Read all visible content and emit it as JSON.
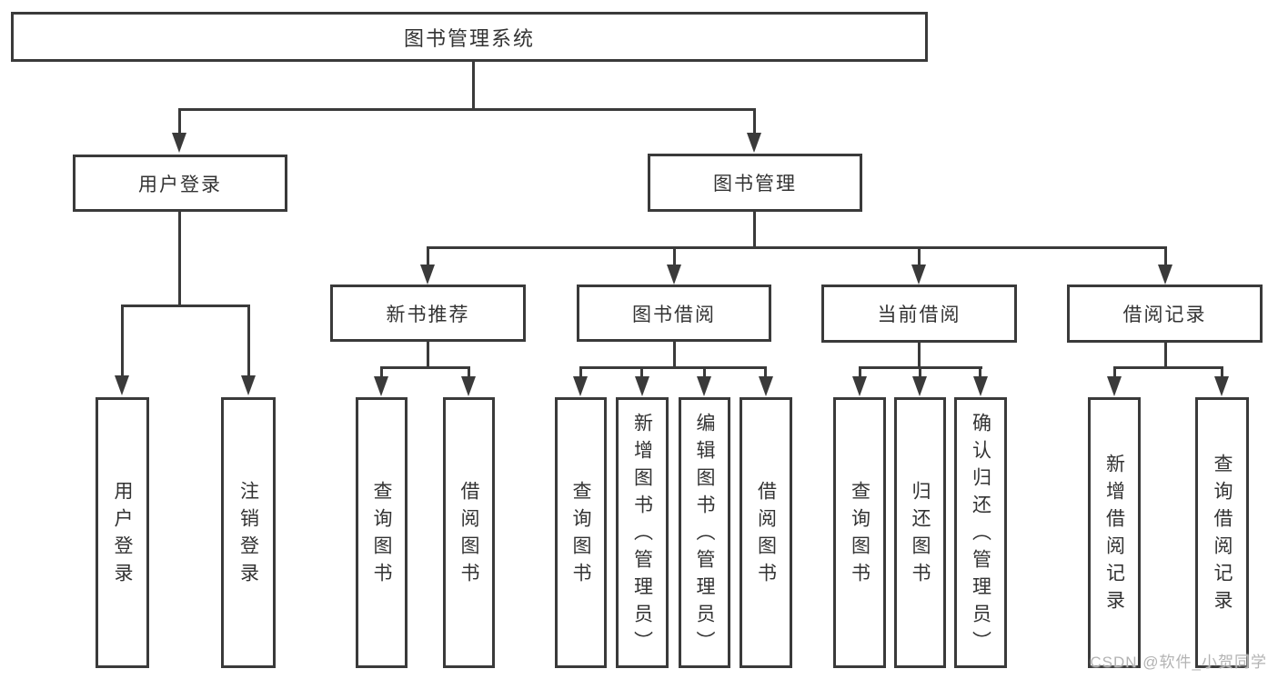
{
  "diagram": {
    "root": {
      "label": "图书管理系统"
    },
    "level2": [
      {
        "label": "用户登录"
      },
      {
        "label": "图书管理"
      }
    ],
    "level3": [
      {
        "label": "新书推荐"
      },
      {
        "label": "图书借阅"
      },
      {
        "label": "当前借阅"
      },
      {
        "label": "借阅记录"
      }
    ],
    "leaves": [
      {
        "label": "用户登录"
      },
      {
        "label": "注销登录"
      },
      {
        "label": "查询图书"
      },
      {
        "label": "借阅图书"
      },
      {
        "label": "查询图书"
      },
      {
        "label": "新增图书（管理员）"
      },
      {
        "label": "编辑图书（管理员）"
      },
      {
        "label": "借阅图书"
      },
      {
        "label": "查询图书"
      },
      {
        "label": "归还图书"
      },
      {
        "label": "确认归还（管理员）"
      },
      {
        "label": "新增借阅记录"
      },
      {
        "label": "查询借阅记录"
      }
    ]
  },
  "watermark": {
    "text": "CSDN @软件_小贺同学"
  },
  "colors": {
    "line": "#3a3a3a",
    "text": "#333333",
    "watermark": "#b3b3b3",
    "background": "#ffffff"
  }
}
